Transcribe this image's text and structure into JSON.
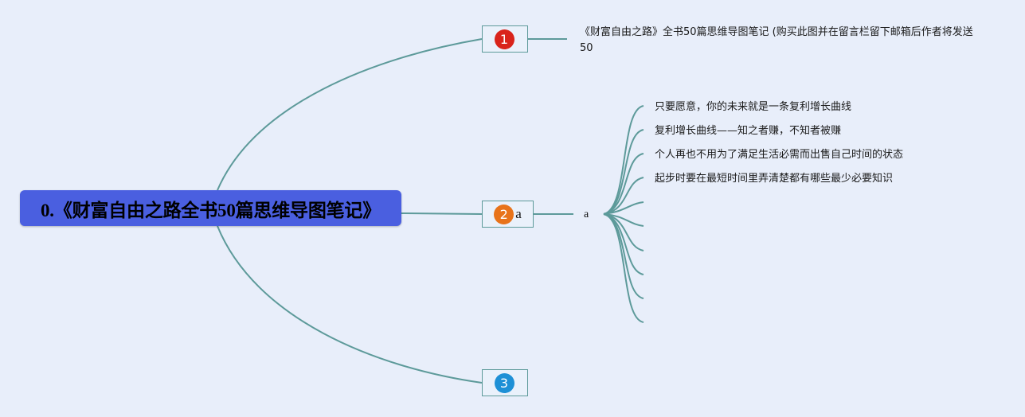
{
  "theme": {
    "background": "#e8eefa",
    "root_fill": "#4a5fe0",
    "connector": "#5d9a9a",
    "marker_1": "#d9241b",
    "marker_2": "#e8731a",
    "marker_3": "#1e90d6"
  },
  "root": {
    "title": "0.《财富自由之路全书50篇思维导图笔记》"
  },
  "branches": [
    {
      "marker": "1",
      "marker_icon": "priority-1-icon",
      "label": "",
      "subtopic": "《财富自由之路》全书50篇思维导图笔记 (购买此图并在留言栏留下邮箱后作者将发送50"
    },
    {
      "marker": "2",
      "marker_icon": "priority-2-icon",
      "label": "a",
      "subtopic": "a",
      "leaves": [
        "只要愿意，你的未来就是一条复利增长曲线",
        "复利增长曲线——知之者赚，不知者被赚",
        "个人再也不用为了满足生活必需而出售自己时间的状态",
        "起步时要在最短时间里弄清楚都有哪些最少必要知识",
        "",
        "",
        "",
        "",
        "",
        ""
      ]
    },
    {
      "marker": "3",
      "marker_icon": "priority-3-icon",
      "label": "",
      "subtopic": ""
    }
  ]
}
